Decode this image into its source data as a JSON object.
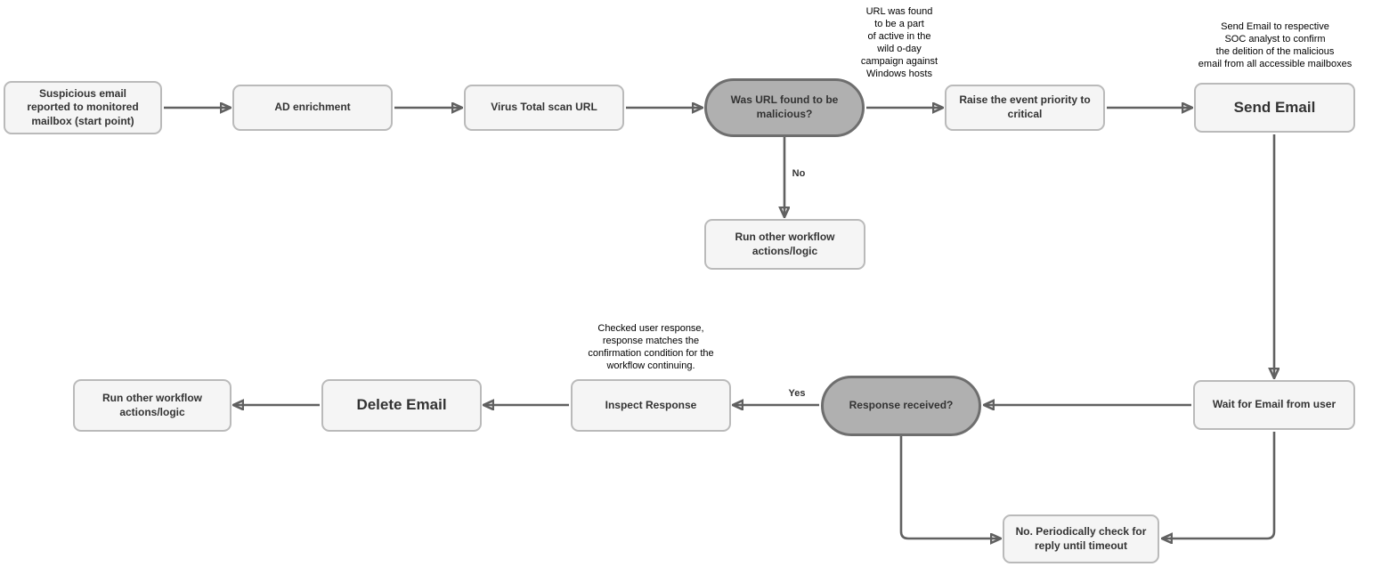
{
  "diagram": {
    "nodes": {
      "start": {
        "label": "Suspicious email\nreported to monitored\nmailbox (start point)"
      },
      "ad_enrichment": {
        "label": "AD enrichment"
      },
      "virus_total": {
        "label": "Virus Total scan URL"
      },
      "url_malicious_decision": {
        "label": "Was URL found to be\nmalicious?"
      },
      "raise_priority": {
        "label": "Raise the event priority to\ncritical"
      },
      "send_email": {
        "label": "Send Email"
      },
      "run_other_workflow_top": {
        "label": "Run other workflow\nactions/logic"
      },
      "wait_for_email": {
        "label": "Wait for Email from user"
      },
      "response_received_decision": {
        "label": "Response received?"
      },
      "inspect_response": {
        "label": "Inspect Response"
      },
      "delete_email": {
        "label": "Delete Email"
      },
      "run_other_workflow_bottom": {
        "label": "Run other workflow\nactions/logic"
      },
      "periodic_check": {
        "label": "No. Periodically check for\nreply until timeout"
      }
    },
    "annotations": {
      "campaign_note": "URL was found\nto be a part\nof active in the\nwild o-day\ncampaign against\nWindows hosts",
      "soc_note": "Send Email to respective\nSOC analyst to confirm\nthe delition of the malicious\nemail from all accessible mailboxes",
      "response_note": "Checked user response,\nresponse matches the\nconfirmation condition for the\nworkflow continuing."
    },
    "edge_labels": {
      "no": "No",
      "yes": "Yes"
    },
    "colors": {
      "node_fill": "#f5f5f5",
      "node_border": "#bababa",
      "decision_fill": "#b0b0b0",
      "decision_border": "#6e6e6e",
      "arrow": "#616161",
      "node_text": "#333333",
      "annotation_text": "#000000"
    }
  }
}
